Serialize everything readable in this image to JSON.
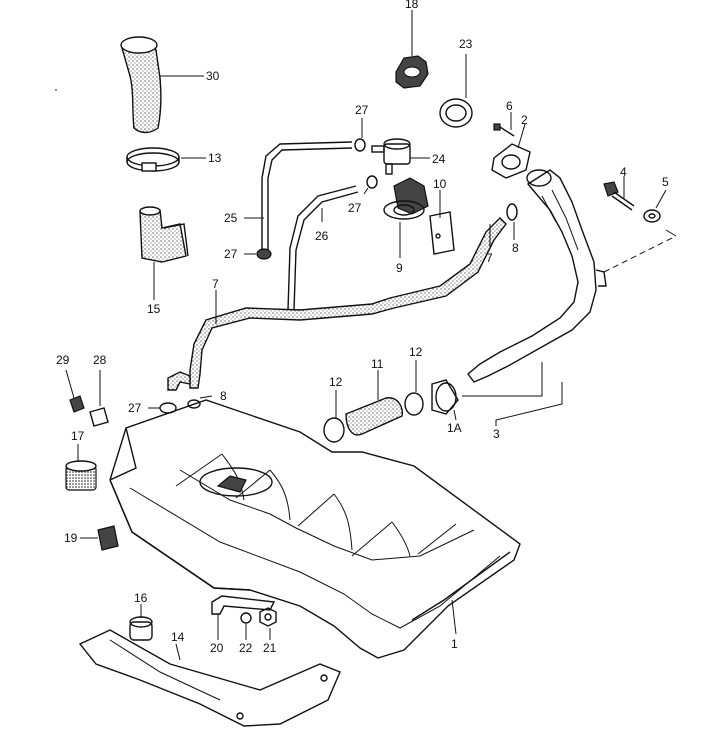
{
  "callouts": {
    "c1": "1",
    "c1A": "1A",
    "c2": "2",
    "c3": "3",
    "c4": "4",
    "c5": "5",
    "c6": "6",
    "c7a": "7",
    "c7b": "7",
    "c8a": "8",
    "c8b": "8",
    "c9": "9",
    "c10": "10",
    "c11": "11",
    "c12a": "12",
    "c12b": "12",
    "c13": "13",
    "c14": "14",
    "c15": "15",
    "c16": "16",
    "c17": "17",
    "c18": "18",
    "c19": "19",
    "c20": "20",
    "c21": "21",
    "c22": "22",
    "c23": "23",
    "c24": "24",
    "c25": "25",
    "c26": "26",
    "c27a": "27",
    "c27b": "27",
    "c27c": "27",
    "c27d": "27",
    "c28": "28",
    "c29": "29",
    "c30": "30"
  },
  "colors": {
    "line": "#111111",
    "background": "#ffffff"
  }
}
